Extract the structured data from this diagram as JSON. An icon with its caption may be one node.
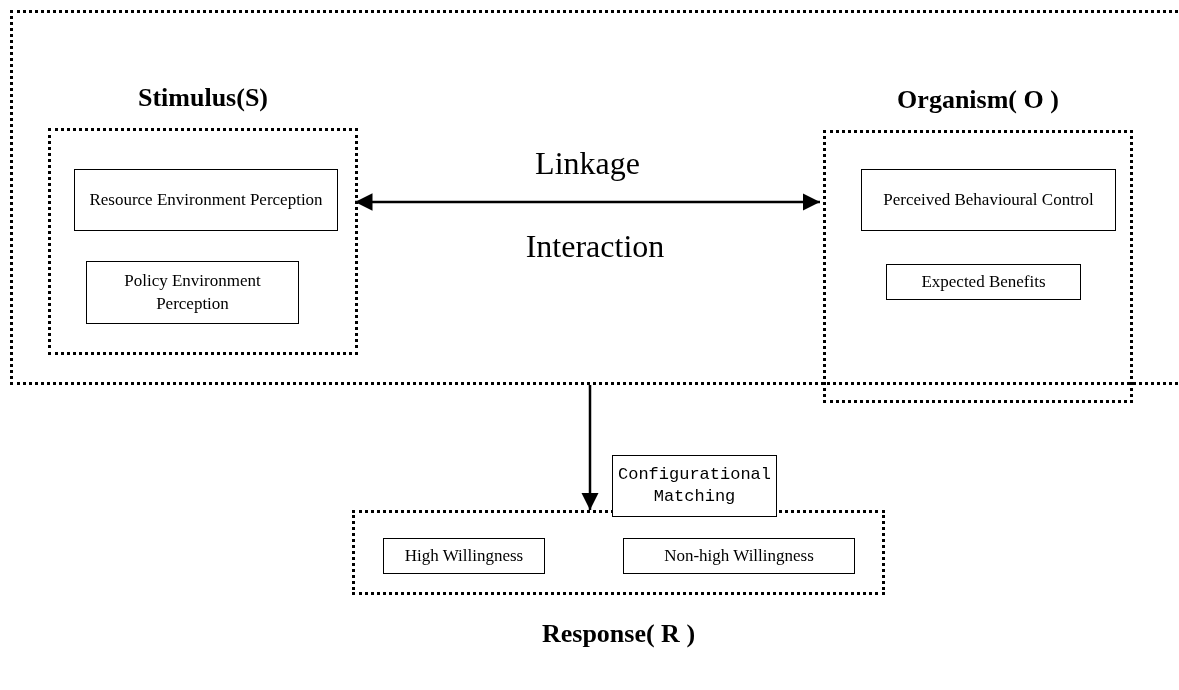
{
  "diagram": {
    "nodes": [
      {
        "text": [],
        "shape": "box"
      },
      {
        "text": [
          "Stimulus(S)"
        ],
        "in": 0
      },
      {
        "text": [
          "Resource Environment Perception"
        ],
        "in": 1
      },
      {
        "text": [
          "Policy Environment Perception"
        ],
        "in": 1
      },
      {
        "text": [
          "Organism( O )"
        ],
        "in": 0
      },
      {
        "text": [
          "Perceived Behavioural Control"
        ],
        "in": 4
      },
      {
        "text": [
          "Expected Benefits"
        ],
        "in": 4
      },
      {
        "text": [
          "Response( R )"
        ]
      },
      {
        "text": [
          "High Willingness"
        ],
        "in": 7
      },
      {
        "text": [
          "Non-high Willingness"
        ],
        "in": 7
      },
      {
        "text": [
          "Configurational Matching"
        ]
      }
    ],
    "edges": [
      {
        "from": 1,
        "to": 4,
        "arrow": "both",
        "label": "Linkage"
      },
      {
        "from": 0,
        "to": 7,
        "arrow": "to"
      }
    ],
    "labels": [
      "Interaction"
    ]
  }
}
